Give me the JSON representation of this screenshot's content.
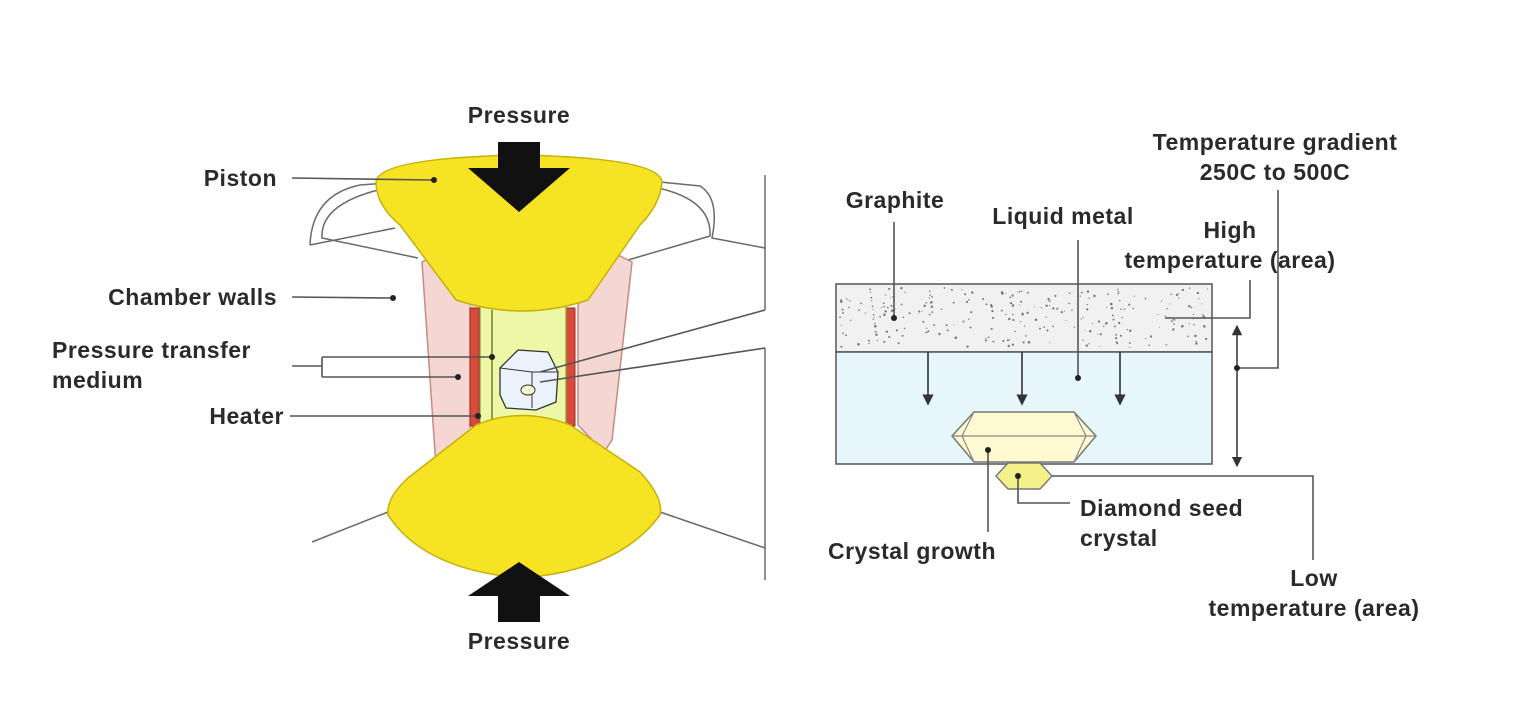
{
  "diagram": {
    "press": {
      "pressure_top": "Pressure",
      "pressure_bottom": "Pressure",
      "piston": "Piston",
      "chamber_walls": "Chamber walls",
      "pressure_transfer_line1": "Pressure transfer",
      "pressure_transfer_line2": "medium",
      "heater": "Heater"
    },
    "cell": {
      "graphite": "Graphite",
      "liquid_metal": "Liquid metal",
      "temp_gradient_line1": "Temperature gradient",
      "temp_gradient_line2": "250C to 500C",
      "high_temp_line1": "High",
      "high_temp_line2": "temperature (area)",
      "crystal_growth": "Crystal growth",
      "seed_line1": "Diamond seed",
      "seed_line2": "crystal",
      "low_temp_line1": "Low",
      "low_temp_line2": "temperature (area)"
    }
  },
  "colors": {
    "piston": "#F6E324",
    "chamber": "#F4D7D2",
    "heater": "#D84A3C",
    "medium": "#EEF7A6",
    "graphite": "#F1F1F1",
    "liquid": "#E6F6FB",
    "crystal": "#FFF9D2",
    "seed": "#F4F08A"
  }
}
